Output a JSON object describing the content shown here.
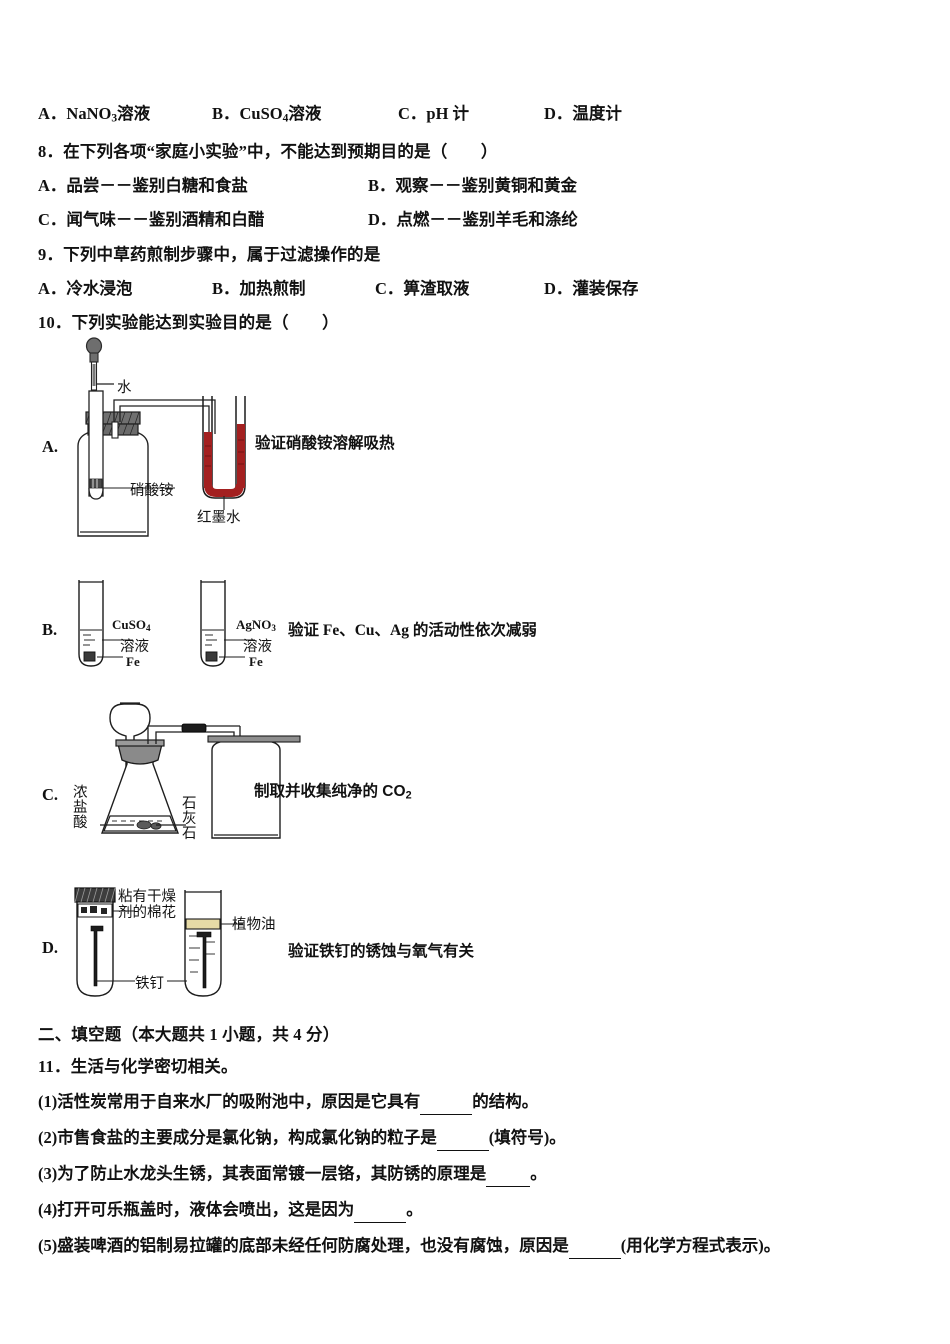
{
  "document": {
    "type": "chemistry-exam-paper",
    "language": "zh-CN"
  },
  "questions": [
    {
      "id": "q7-options",
      "options": [
        {
          "letter": "A．",
          "text_html": "NaNO<sub>3</sub>溶液"
        },
        {
          "letter": "B．",
          "text_html": "CuSO<sub>4</sub>溶液"
        },
        {
          "letter": "C．",
          "text_html": "pH 计"
        },
        {
          "letter": "D．",
          "text_html": "温度计"
        }
      ]
    },
    {
      "id": "q8",
      "stem": "8．在下列各项“家庭小实验”中，不能达到预期目的是（　　）",
      "options": [
        {
          "letter": "A．",
          "text": "品尝－－鉴别白糖和食盐"
        },
        {
          "letter": "B．",
          "text": "观察－－鉴别黄铜和黄金"
        },
        {
          "letter": "C．",
          "text": "闻气味－－鉴别酒精和白醋"
        },
        {
          "letter": "D．",
          "text": "点燃－－鉴别羊毛和涤纶"
        }
      ]
    },
    {
      "id": "q9",
      "stem": "9．下列中草药煎制步骤中，属于过滤操作的是",
      "options": [
        {
          "letter": "A．",
          "text": "冷水浸泡"
        },
        {
          "letter": "B．",
          "text": "加热煎制"
        },
        {
          "letter": "C．",
          "text": "箅渣取液"
        },
        {
          "letter": "D．",
          "text": "灌装保存"
        }
      ]
    },
    {
      "id": "q10",
      "stem": "10．下列实验能达到实验目的是（　　）",
      "diagram_options": [
        {
          "letter": "A.",
          "caption": "验证硝酸铵溶解吸热",
          "apparatus": "dropper-bottle-utube",
          "labels": {
            "water": "水",
            "ammonium_nitrate": "硝酸铵",
            "red_ink": "红墨水"
          },
          "colors": {
            "red_ink": "#a32020",
            "stopper": "#6e6e6e"
          }
        },
        {
          "letter": "B.",
          "caption": "验证 Fe、Cu、Ag 的活动性依次减弱",
          "apparatus": "two-test-tubes",
          "tubes": [
            {
              "solution_formula_html": "CuSO<sub>4</sub>",
              "solution_word": "溶液",
              "metal": "Fe"
            },
            {
              "solution_formula_html": "AgNO<sub>3</sub>",
              "solution_word": "溶液",
              "metal": "Fe"
            }
          ]
        },
        {
          "letter": "C.",
          "caption_html": "制取并收集纯净的 CO<sub>2</sub>",
          "apparatus": "flask-funnel-gas-bottle",
          "labels": {
            "concentrated_hydrochloric_acid": "浓盐酸",
            "limestone": "石灰石"
          }
        },
        {
          "letter": "D.",
          "caption": "验证铁钉的锈蚀与氧气有关",
          "apparatus": "two-test-tubes-nail",
          "labels": {
            "desiccant_cotton": "粘有干燥剂的棉花",
            "vegetable_oil": "植物油",
            "iron_nail": "铁钉"
          },
          "colors": {
            "oil": "#e6daa6"
          }
        }
      ]
    }
  ],
  "section_two": {
    "heading": "二、填空题（本大题共 1 小题，共 4 分）",
    "q11_stem": "11．生活与化学密切相关。",
    "blanks": [
      {
        "prefix": "(1)活性炭常用于自来水厂的吸附池中，原因是它具有",
        "blank_width": 52,
        "suffix": "的结构。"
      },
      {
        "prefix": "(2)市售食盐的主要成分是氯化钠，构成氯化钠的粒子是",
        "blank_width": 52,
        "suffix": "(填符号)。"
      },
      {
        "prefix": "(3)为了防止水龙头生锈，其表面常镀一层铬，其防锈的原理是",
        "blank_width": 44,
        "suffix": "。"
      },
      {
        "prefix": "(4)打开可乐瓶盖时，液体会喷出，这是因为",
        "blank_width": 52,
        "suffix": "。"
      },
      {
        "prefix": "(5)盛装啤酒的铝制易拉罐的底部未经任何防腐处理，也没有腐蚀，原因是",
        "blank_width": 52,
        "suffix": "(用化学方程式表示)。"
      }
    ]
  }
}
